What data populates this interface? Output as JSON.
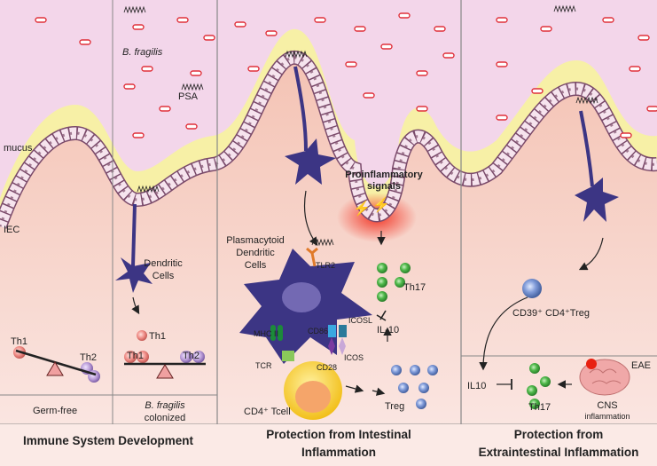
{
  "colors": {
    "lumen": "#f3d6ea",
    "mucus": "#f7f0a6",
    "lamina_top": "#f4c3b4",
    "lamina_bottom": "#fbe9e6",
    "dendritic_cell": "#3c3584",
    "th1": "#ee8a84",
    "th2": "#b89ad6",
    "th17": "#4fb84a",
    "treg": "#7f9ad8",
    "tcell": "#f6cf3a",
    "bacteria": "#e0303a",
    "inflammation": "#f23020"
  },
  "lumen": {
    "bacteria_label": "B. fragilis",
    "psa_label": "PSA"
  },
  "tissue": {
    "mucus_label": "mucus",
    "iec_label": "IEC",
    "proinflammatory_label_1": "Proinflammatory",
    "proinflammatory_label_2": "signals"
  },
  "panel_development": {
    "dendritic_label_1": "Dendritic",
    "dendritic_label_2": "Cells",
    "germ_free": {
      "th1": "Th1",
      "th2": "Th2",
      "caption": "Germ-free"
    },
    "colonized": {
      "th1_top": "Th1",
      "th1": "Th1",
      "th2": "Th2",
      "caption_1": "B. fragilis",
      "caption_2": "colonized"
    },
    "title": "Immune System Development"
  },
  "panel_intestinal": {
    "pdc_label_1": "Plasmacytoid",
    "pdc_label_2": "Dendritic",
    "pdc_label_3": "Cells",
    "tlr2": "TLR2",
    "mhc": "MHC II",
    "cd86": "CD86",
    "icosl": "ICOSL",
    "tcr": "TCR",
    "cd28": "CD28",
    "icos": "ICOS",
    "tcell": "CD4⁺ Tcell",
    "treg": "Treg",
    "il10": "IL-10",
    "th17": "Th17",
    "title_1": "Protection from Intestinal",
    "title_2": "Inflammation"
  },
  "panel_extraintestinal": {
    "treg": "CD39⁺ CD4⁺Treg",
    "il10": "IL10",
    "th17": "Th17",
    "eae": "EAE",
    "cns_1": "CNS",
    "cns_2": "inflammation",
    "title_1": "Protection from",
    "title_2": "Extraintestinal Inflammation"
  }
}
